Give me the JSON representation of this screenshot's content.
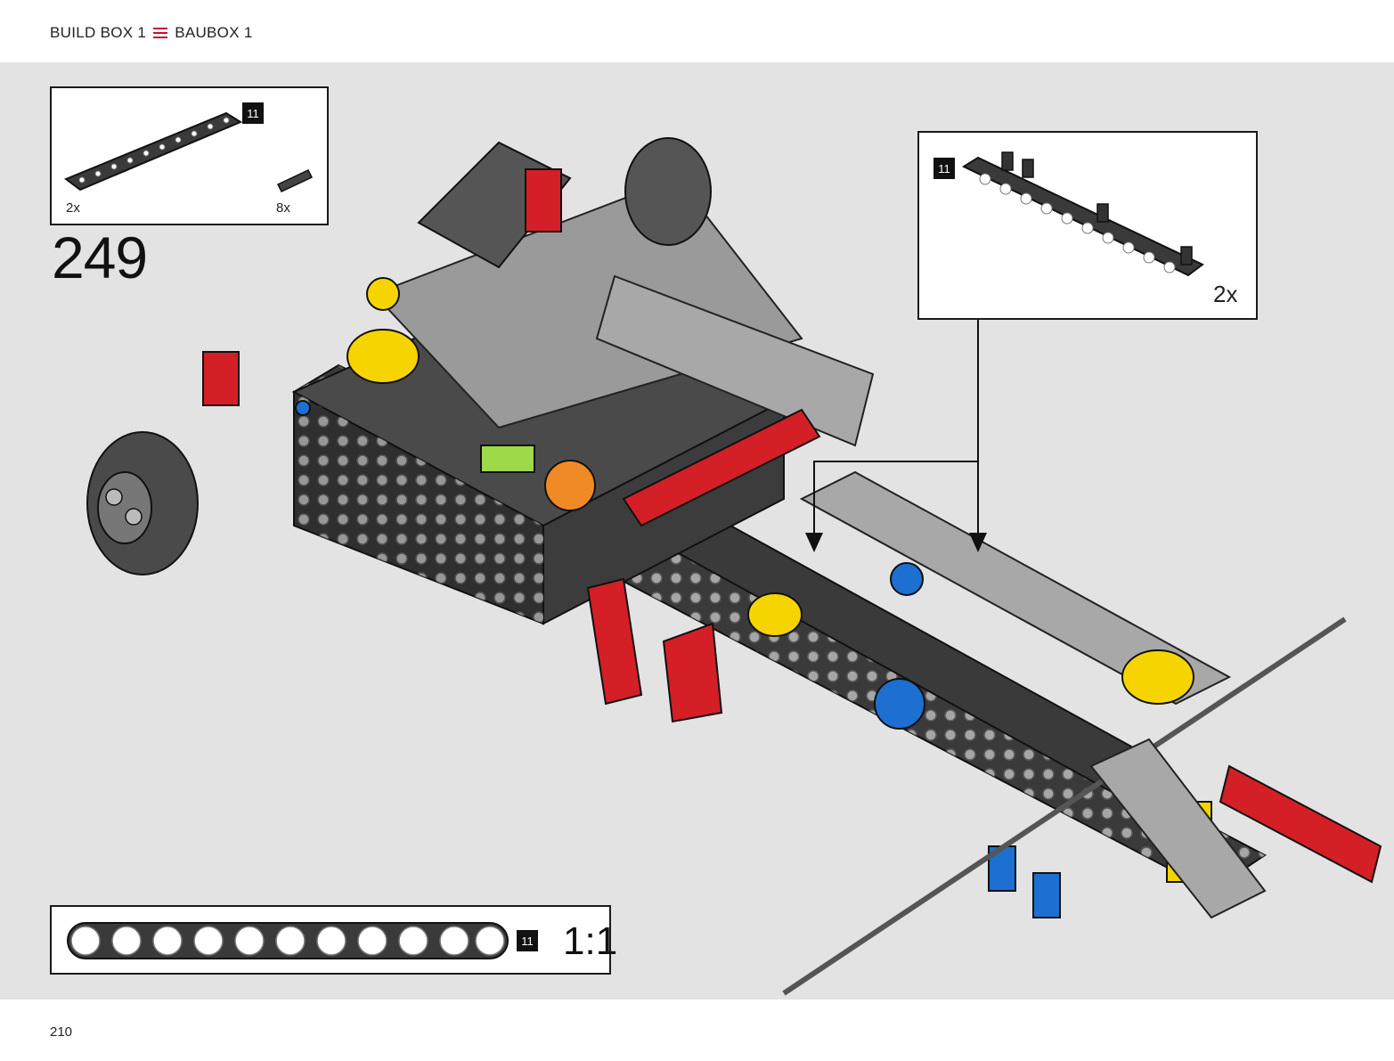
{
  "header": {
    "build_box_en": "BUILD BOX 1",
    "build_box_de": "BAUBOX 1",
    "separator_icon": "menu-lines-icon",
    "accent_color": "#c8102e"
  },
  "step": {
    "number": "249"
  },
  "parts_list": {
    "items": [
      {
        "name": "beam-11",
        "badge": "11",
        "quantity": "2x"
      },
      {
        "name": "pin-connector",
        "quantity": "8x"
      }
    ]
  },
  "callout": {
    "badge": "11",
    "quantity": "2x"
  },
  "scale_reference": {
    "badge": "11",
    "ratio": "1:1",
    "hole_count": 11
  },
  "page": {
    "number": "210"
  },
  "colors": {
    "background": "#e3e3e3",
    "dark_gray": "#3a3a3a",
    "light_gray": "#a8a8a8",
    "red": "#d41f26",
    "yellow": "#f5d400",
    "blue": "#1d6fd1",
    "orange": "#f08a24",
    "lime": "#9ed94a"
  }
}
